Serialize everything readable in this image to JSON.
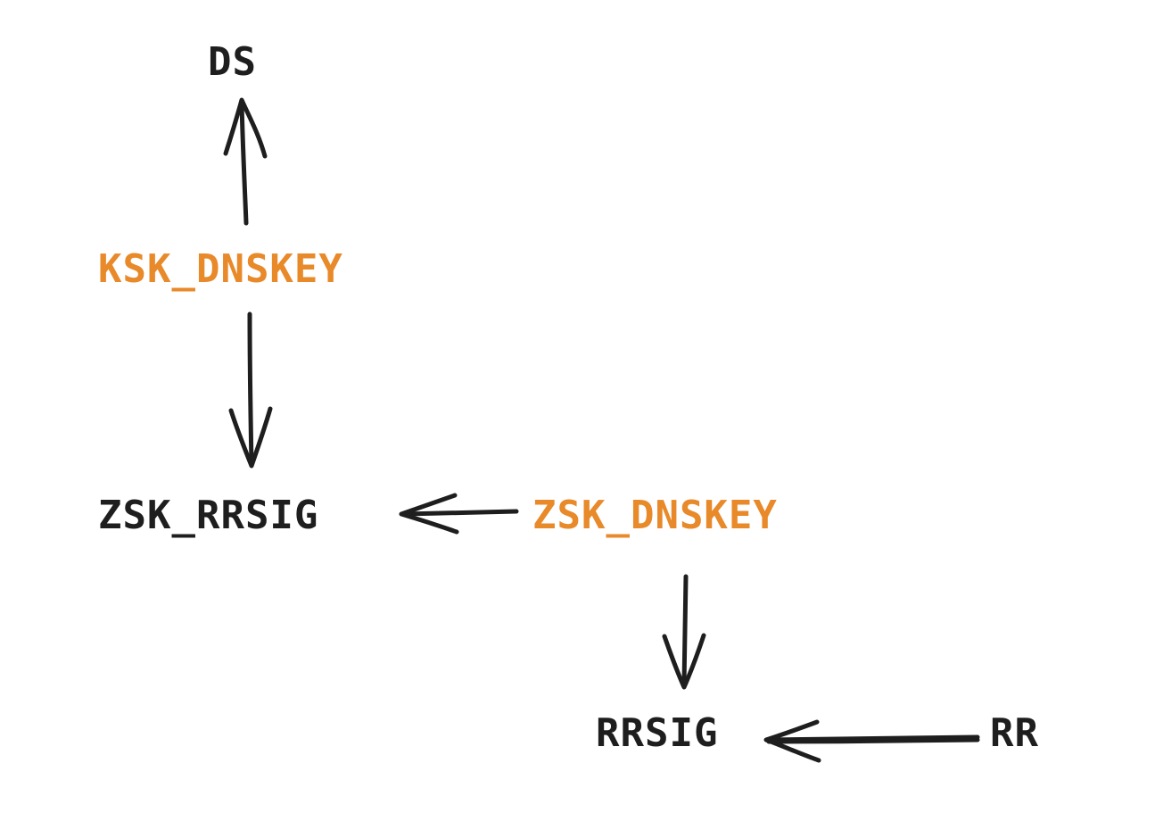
{
  "colors": {
    "ink": "#1e1e1e",
    "key": "#e8892a",
    "background": "#ffffff"
  },
  "nodes": {
    "ds": {
      "label": "DS"
    },
    "ksk_dnskey": {
      "label": "KSK_DNSKEY"
    },
    "zsk_rrsig": {
      "label": "ZSK_RRSIG"
    },
    "zsk_dnskey": {
      "label": "ZSK_DNSKEY"
    },
    "rrsig": {
      "label": "RRSIG"
    },
    "rr": {
      "label": "RR"
    }
  },
  "edges": [
    {
      "from": "ksk_dnskey",
      "to": "ds"
    },
    {
      "from": "ksk_dnskey",
      "to": "zsk_rrsig"
    },
    {
      "from": "zsk_dnskey",
      "to": "zsk_rrsig"
    },
    {
      "from": "zsk_dnskey",
      "to": "rrsig"
    },
    {
      "from": "rr",
      "to": "rrsig"
    }
  ]
}
